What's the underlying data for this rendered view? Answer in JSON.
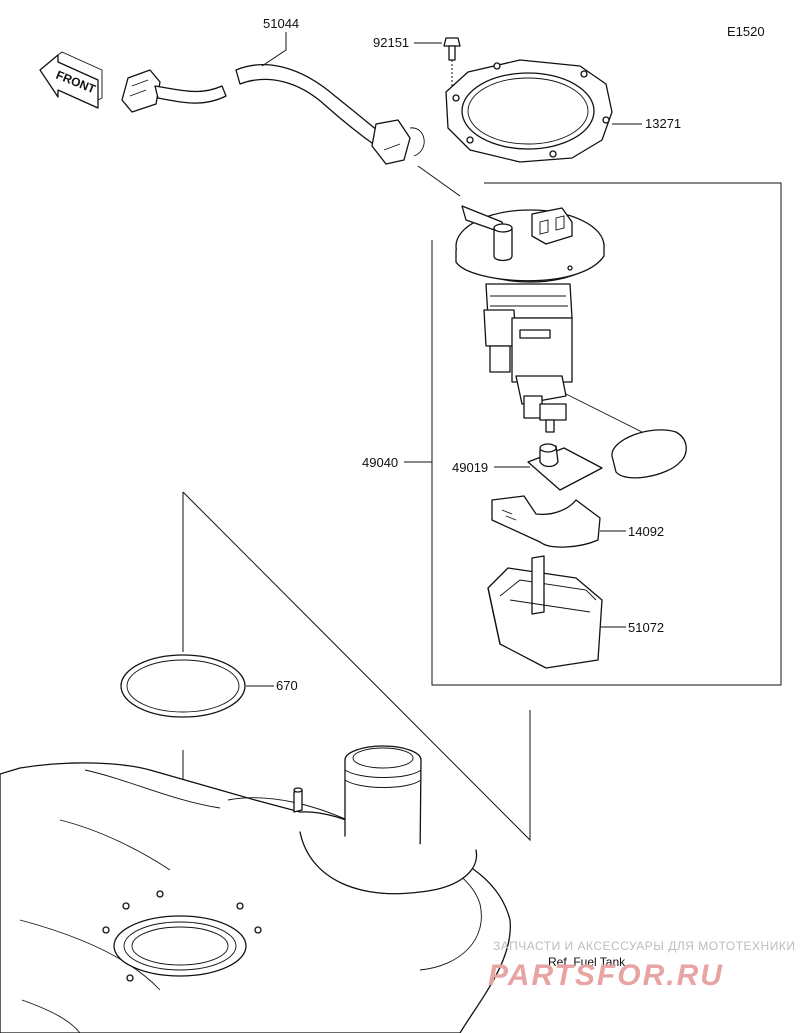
{
  "diagram_code": "E1520",
  "front_label": "FRONT",
  "parts": [
    {
      "number": "51044"
    },
    {
      "number": "92151"
    },
    {
      "number": "13271"
    },
    {
      "number": "49040"
    },
    {
      "number": "49019"
    },
    {
      "number": "14092"
    },
    {
      "number": "51072"
    },
    {
      "number": "670"
    }
  ],
  "reference_note": "Ref. Fuel Tank",
  "watermark": {
    "line1": "ЗАПЧАСТИ И АКСЕССУАРЫ ДЛЯ МОТОТЕХНИКИ",
    "line2": "PARTSFOR.RU"
  }
}
